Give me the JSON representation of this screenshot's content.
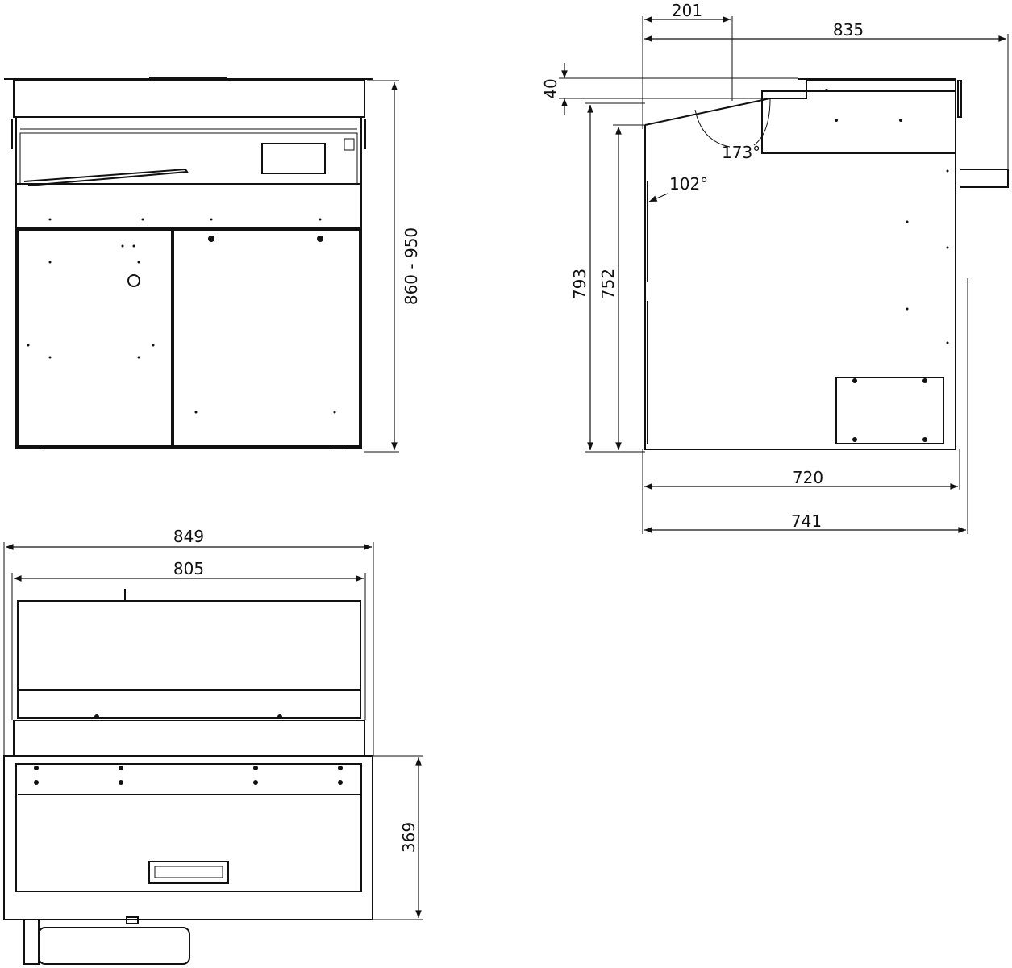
{
  "dimensions": {
    "front_height": "860 - 950",
    "side_depth_top": "201",
    "side_total_depth": "835",
    "side_top_thickness": "40",
    "side_angle_lid": "173°",
    "side_angle_panel": "102°",
    "side_height_793": "793",
    "side_height_752": "752",
    "side_depth_720": "720",
    "side_depth_741": "741",
    "plan_width_849": "849",
    "plan_width_805": "805",
    "plan_depth_369": "369"
  }
}
